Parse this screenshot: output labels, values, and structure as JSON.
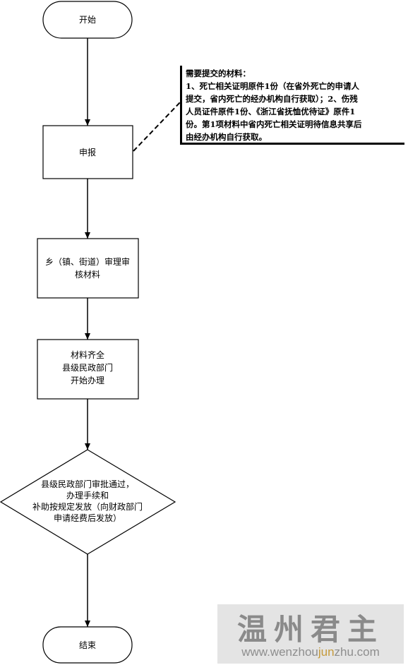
{
  "nodes": {
    "start": "开始",
    "apply": "申报",
    "review": [
      "乡（镇、街道）审理审",
      "核材料"
    ],
    "handle": [
      "材料齐全",
      "县级民政部门",
      "开始办理"
    ],
    "decision": [
      "县级民政部门审批通过，",
      "办理手续和",
      "补助按规定发放（向财政部门",
      "申请经费后发放）"
    ],
    "end": "结束"
  },
  "note": {
    "lines": [
      "需要提交的材料：",
      "1、死亡相关证明原件1份（在省外死亡的申请人",
      "提交，省内死亡的经办机构自行获取）；2、伤残",
      "人员证件原件1份、《浙江省抚恤优待证》原件1",
      "份。第1项材料中省内死亡相关证明待信息共享后",
      "由经办机构自行获取。"
    ]
  },
  "watermark": {
    "title": "温州君主",
    "url_prefix": "www.wenzhou",
    "url_highlight": "jun",
    "url_suffix": "zhu.com"
  }
}
